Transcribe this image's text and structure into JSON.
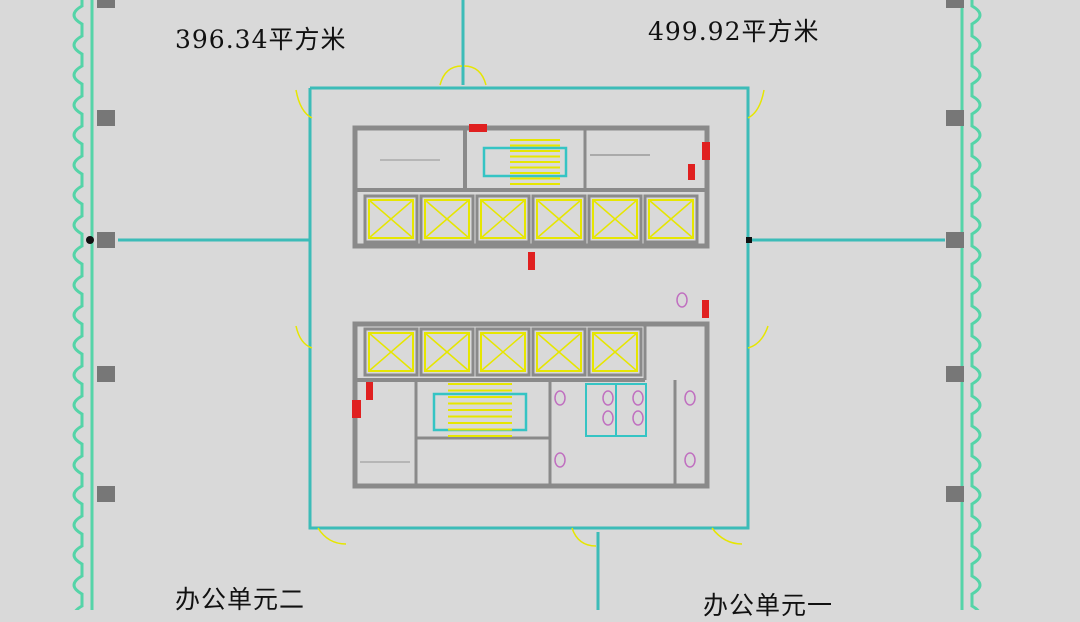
{
  "labels": {
    "area_left": "396.34平方米",
    "area_right": "499.92平方米",
    "unit_two": "办公单元二",
    "unit_one": "办公单元一"
  },
  "colors": {
    "background": "#d9d9d9",
    "partition": "#3cbcb8",
    "curtain_wall": "#55d4a8",
    "core_wall": "#8a8a8a",
    "elevator": "#e6e600",
    "stair_rail": "#35c4c4",
    "fire_equipment": "#e02020",
    "fixture": "#c070c0",
    "column": "#777777"
  },
  "icons": {
    "elevator": "elevator-icon",
    "stair": "stair-icon",
    "fire_hydrant": "fire-hydrant-icon",
    "toilet": "toilet-icon",
    "door": "door-swing-icon",
    "column": "column-icon"
  }
}
